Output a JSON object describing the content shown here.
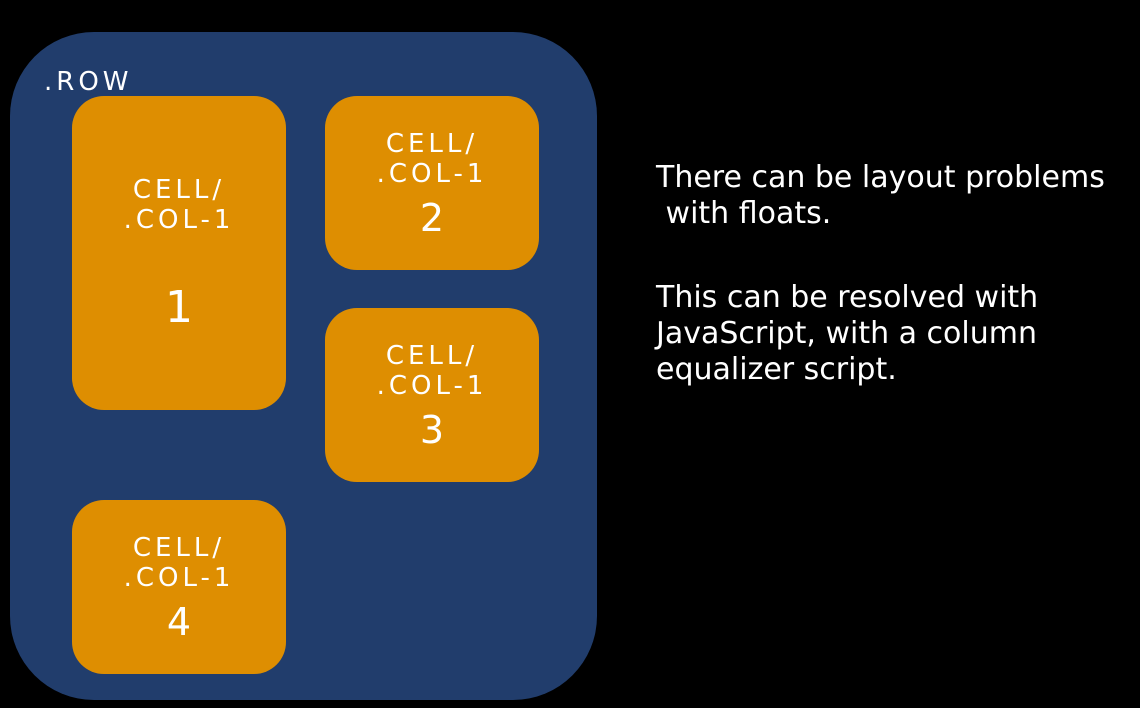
{
  "row": {
    "label": ".ROW",
    "background": "#213d6c"
  },
  "cell_color": "#de8e01",
  "cells": [
    {
      "line1": "CELL/",
      "line2": ".COL-1",
      "number": "1"
    },
    {
      "line1": "CELL/",
      "line2": ".COL-1",
      "number": "2"
    },
    {
      "line1": "CELL/",
      "line2": ".COL-1",
      "number": "3"
    },
    {
      "line1": "CELL/",
      "line2": ".COL-1",
      "number": "4"
    }
  ],
  "text": {
    "paragraph1": "There can be layout problems\n with floats.",
    "paragraph2": "This can be resolved with\nJavaScript, with a column\nequalizer script."
  }
}
